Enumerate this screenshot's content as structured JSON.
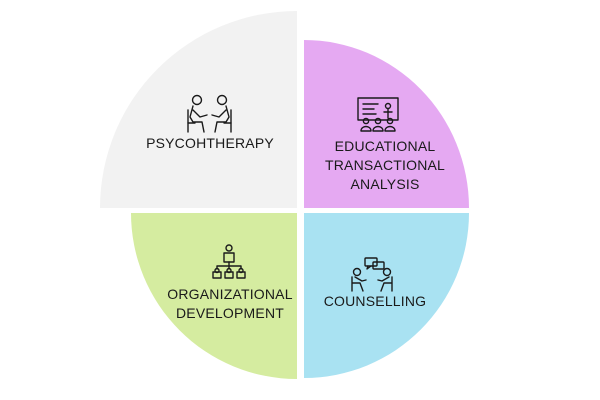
{
  "colors": {
    "psychotherapy": "#f2f2f2",
    "educational": "#e5a9f2",
    "organizational": "#d5eca0",
    "counselling": "#a9e2f2",
    "icon_stroke": "#1a1a1a"
  },
  "segments": {
    "psychotherapy": {
      "icon": "two-people-talking-icon",
      "lines": [
        "PSYCOHTHERAPY"
      ]
    },
    "educational": {
      "icon": "classroom-presentation-icon",
      "lines": [
        "EDUCATIONAL",
        "TRANSACTIONAL",
        "ANALYSIS"
      ]
    },
    "organizational": {
      "icon": "org-chart-icon",
      "lines": [
        "ORGANIZATIONAL",
        "DEVELOPMENT"
      ]
    },
    "counselling": {
      "icon": "counselling-conversation-icon",
      "lines": [
        "COUNSELLING"
      ]
    }
  }
}
